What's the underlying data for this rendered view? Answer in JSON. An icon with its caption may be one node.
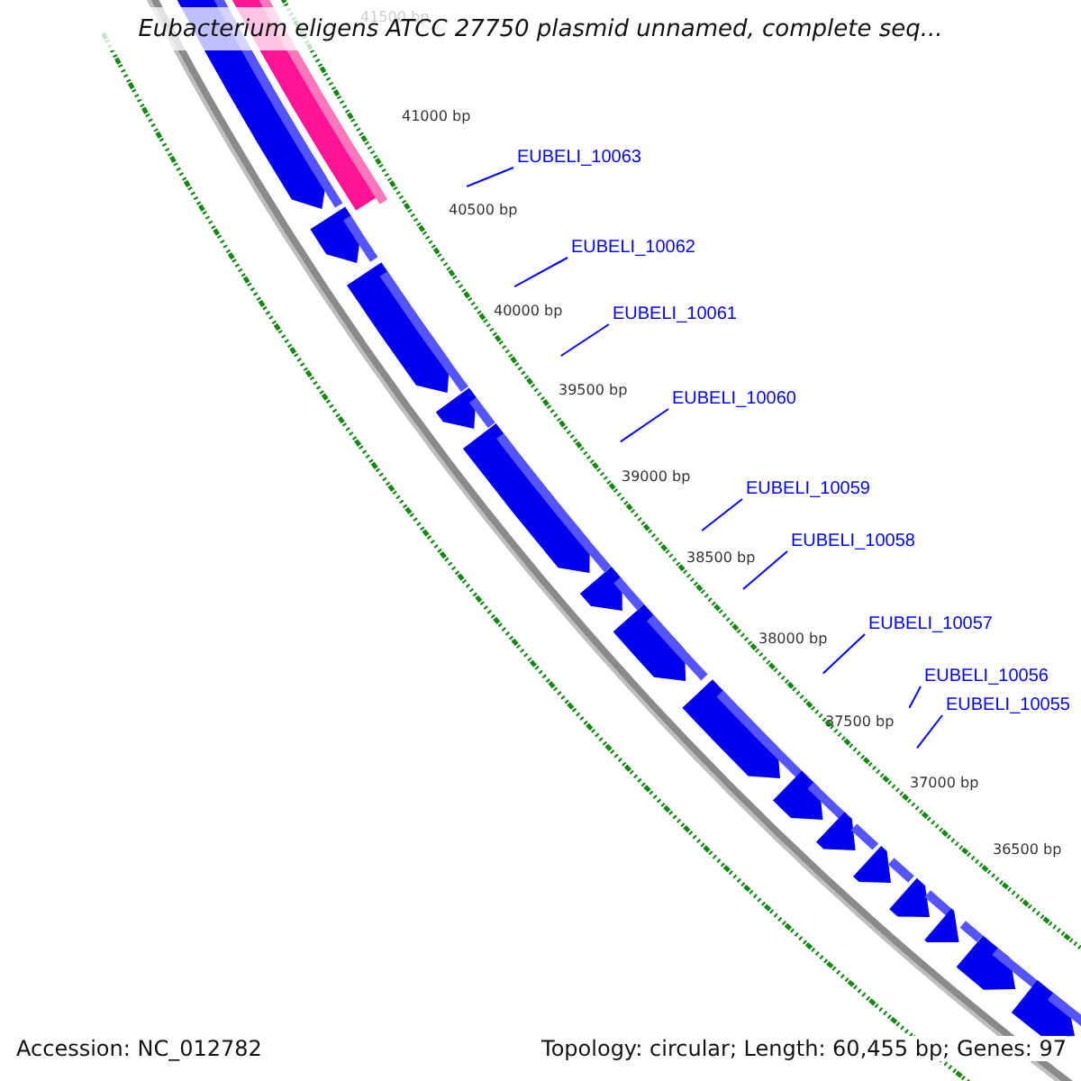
{
  "diagram": {
    "title": "Eubacterium eligens ATCC 27750 plasmid unnamed, complete seq...",
    "nodes": [
      {
        "text": [
          "EUBELI_10063"
        ]
      },
      {
        "text": [
          "EUBELI_10062"
        ]
      },
      {
        "text": [
          "EUBELI_10061"
        ]
      },
      {
        "text": [
          "EUBELI_10060"
        ]
      },
      {
        "text": [
          "EUBELI_10059"
        ]
      },
      {
        "text": [
          "EUBELI_10058"
        ]
      },
      {
        "text": [
          "EUBELI_10057"
        ]
      },
      {
        "text": [
          "EUBELI_10056"
        ]
      },
      {
        "text": [
          "EUBELI_10055"
        ]
      }
    ],
    "edges": [
      {
        "from": 0,
        "to": null,
        "arrow": "none"
      },
      {
        "from": 1,
        "to": null,
        "arrow": "none"
      },
      {
        "from": 2,
        "to": null,
        "arrow": "none"
      },
      {
        "from": 3,
        "to": null,
        "arrow": "none"
      },
      {
        "from": 4,
        "to": null,
        "arrow": "none"
      },
      {
        "from": 5,
        "to": null,
        "arrow": "none"
      },
      {
        "from": 6,
        "to": null,
        "arrow": "none"
      },
      {
        "from": 7,
        "to": null,
        "arrow": "none"
      },
      {
        "from": 8,
        "to": null,
        "arrow": "none"
      }
    ],
    "labels": [
      "41500 bp",
      "41000 bp",
      "40500 bp",
      "40000 bp",
      "39500 bp",
      "39000 bp",
      "38500 bp",
      "38000 bp",
      "37500 bp",
      "37000 bp",
      "36500 bp",
      "Accession: NC_012782",
      "Topology: circular; Length: 60,455 bp; Genes: 97"
    ]
  }
}
